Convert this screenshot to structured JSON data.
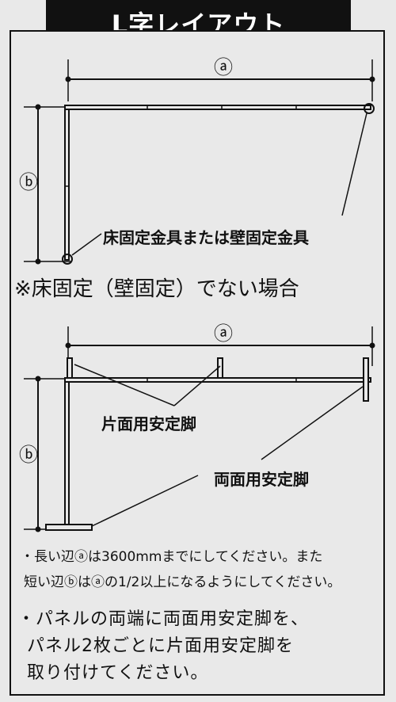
{
  "title": "L字レイアウト",
  "top_diagram": {
    "dim_a": "ⓐ",
    "dim_b": "ⓑ",
    "fixing_label": "床固定金具または壁固定金具"
  },
  "section_heading": "※床固定（壁固定）でない場合",
  "bottom_diagram": {
    "dim_a": "ⓐ",
    "dim_b": "ⓑ",
    "single_side_label": "片面用安定脚",
    "double_side_label": "両面用安定脚"
  },
  "notes": [
    "・長い辺ⓐは3600mmまでにしてください。また",
    "短い辺ⓑはⓐの1/2以上になるようにしてください。"
  ],
  "instructions": [
    "・パネルの両端に両面用安定脚を、",
    "パネル2枚ごとに片面用安定脚を",
    "取り付けてください。"
  ]
}
